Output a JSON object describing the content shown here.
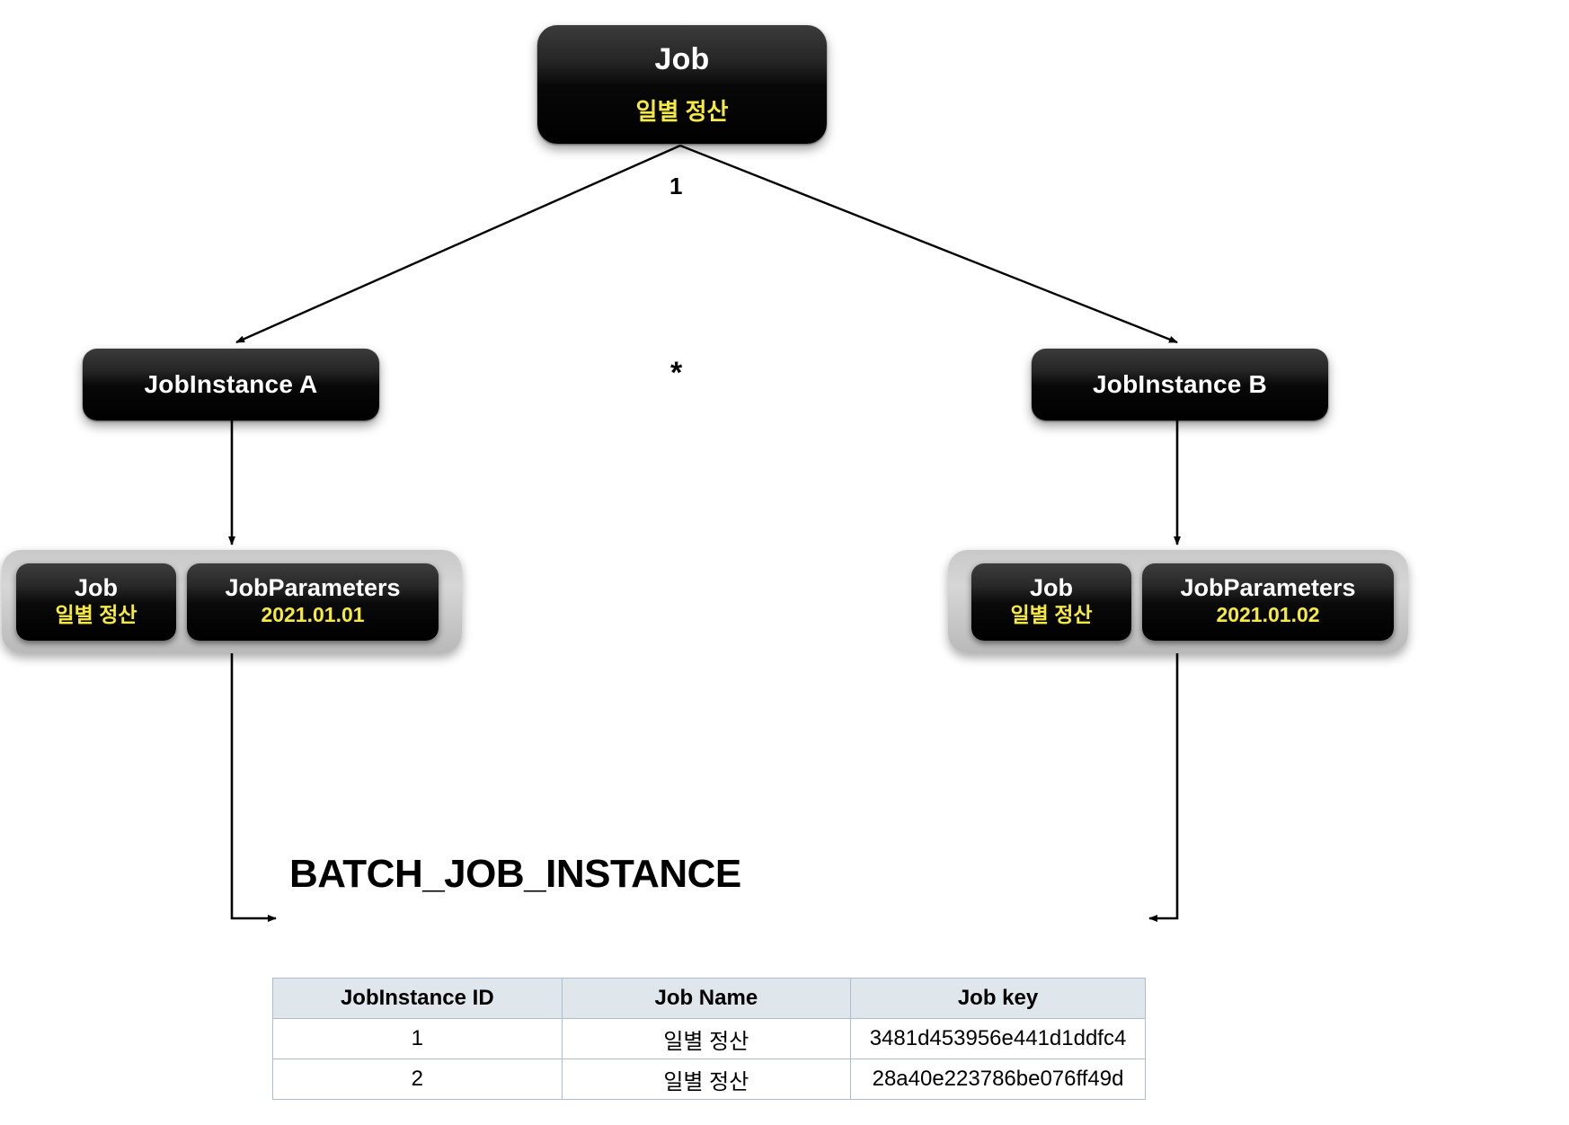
{
  "diagram": {
    "root": {
      "title": "Job",
      "subtitle": "일별 정산"
    },
    "cardinality": {
      "one": "1",
      "many": "*"
    },
    "instances": [
      {
        "label": "JobInstance A"
      },
      {
        "label": "JobInstance B"
      }
    ],
    "groups": [
      {
        "id": "left",
        "job": {
          "title": "Job",
          "subtitle": "일별 정산"
        },
        "params": {
          "title": "JobParameters",
          "subtitle": "2021.01.01"
        }
      },
      {
        "id": "right",
        "job": {
          "title": "Job",
          "subtitle": "일별 정산"
        },
        "params": {
          "title": "JobParameters",
          "subtitle": "2021.01.02"
        }
      }
    ]
  },
  "table": {
    "title": "BATCH_JOB_INSTANCE",
    "columns": [
      "JobInstance ID",
      "Job Name",
      "Job key"
    ],
    "rows": [
      [
        "1",
        "일별 정산",
        "3481d453956e441d1ddfc4"
      ],
      [
        "2",
        "일별 정산",
        "28a40e223786be076ff49d"
      ]
    ]
  },
  "colors": {
    "node_text": "#ffffff",
    "node_accent": "#f5e942",
    "table_header_bg": "#dfe6ec",
    "table_border": "#aebdcc",
    "background": "#ffffff"
  }
}
